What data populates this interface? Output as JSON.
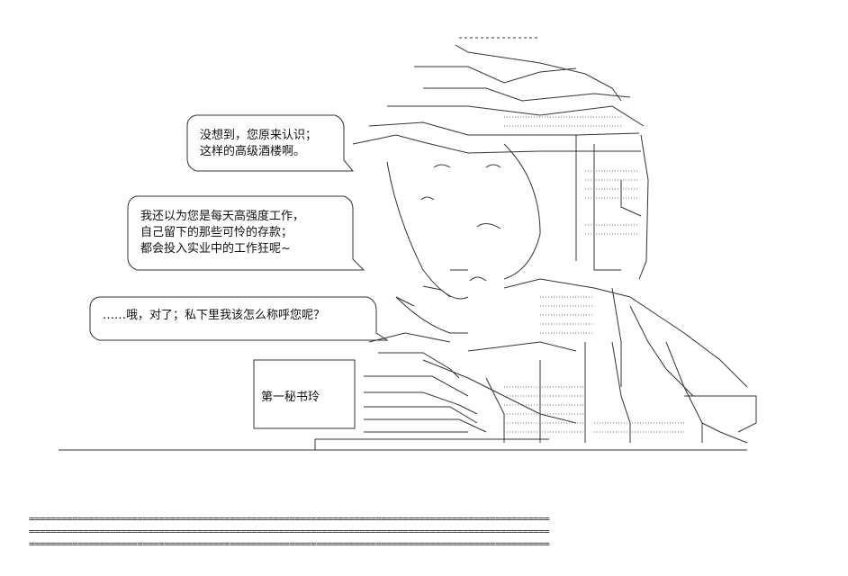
{
  "bubbles": [
    {
      "lines": [
        "没想到，您原来认识；",
        "这样的高级酒楼啊。"
      ]
    },
    {
      "lines": [
        "我还以为您是每天高强度工作，",
        "自己留下的那些可怜的存款；",
        "都会投入实业中的工作狂呢~"
      ]
    },
    {
      "lines": [
        "……哦，对了；私下里我该怎么称呼您呢？"
      ]
    }
  ],
  "name_card": {
    "label": "第一秘书玲"
  },
  "floor_rows": [
    "================================================================================================",
    "================================================================================================",
    "================================================================================================"
  ]
}
